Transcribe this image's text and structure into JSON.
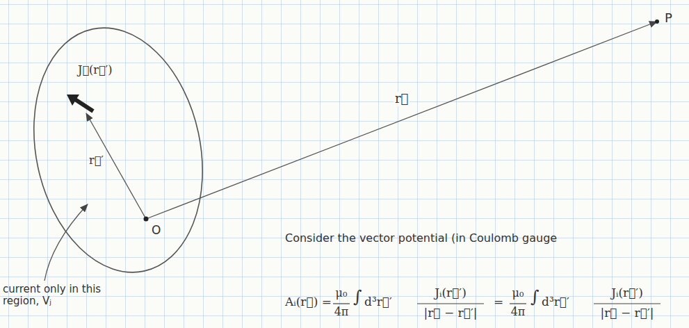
{
  "diagram": {
    "nodes": [
      {
        "text": [
          "J⃗(r⃗′)",
          "r⃗′",
          "O"
        ]
      }
    ],
    "labels": [
      "r⃗",
      "P",
      "current only in this region, Vⱼ",
      "Consider the vector potential (in Coulomb gauge",
      "Aᵢ(r⃗) =",
      "μ₀",
      "4π",
      "∫",
      "d³r⃗′",
      "Jᵢ(r⃗′)",
      "|r⃗ − r⃗′|",
      "=",
      "μ₀",
      "4π",
      "∫",
      "d³r⃗′",
      "Jᵢ(r⃗′)",
      "|r⃗ − r⃗′|"
    ]
  }
}
